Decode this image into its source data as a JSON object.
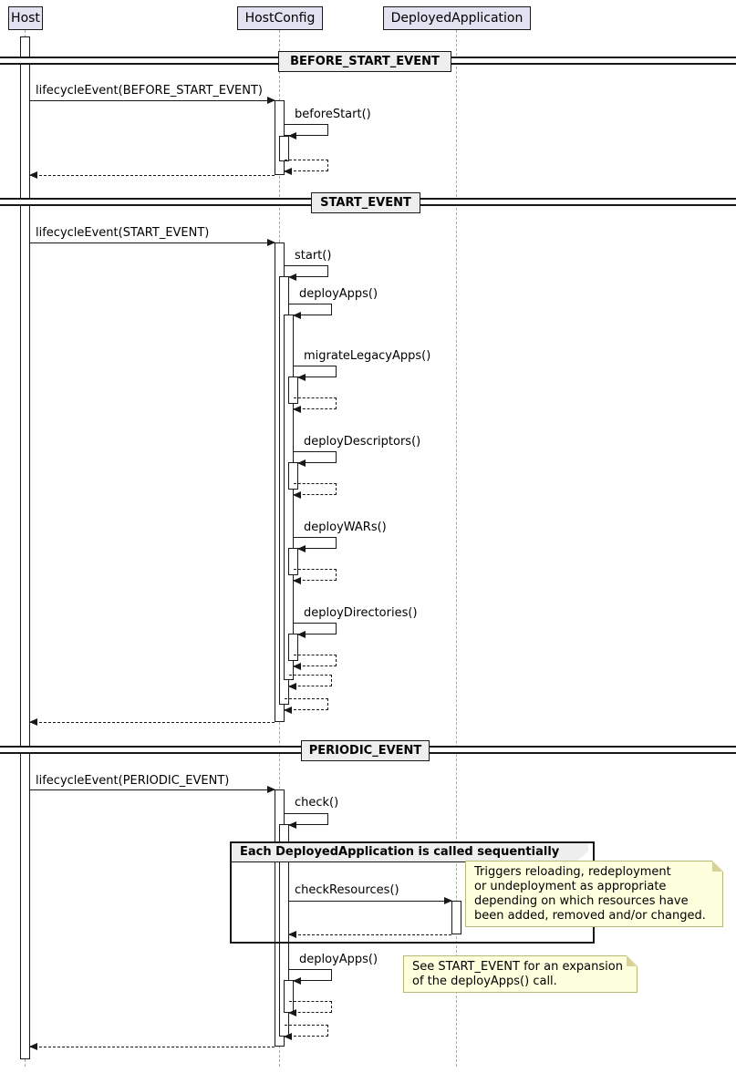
{
  "diagram": {
    "participants": [
      {
        "label": "Host"
      },
      {
        "label": "HostConfig"
      },
      {
        "label": "DeployedApplication"
      }
    ],
    "sections": [
      {
        "label": "BEFORE_START_EVENT"
      },
      {
        "label": "START_EVENT"
      },
      {
        "label": "PERIODIC_EVENT"
      }
    ],
    "messages": {
      "lifecycle_before_start": "lifecycleEvent(BEFORE_START_EVENT)",
      "before_start": "beforeStart()",
      "lifecycle_start": "lifecycleEvent(START_EVENT)",
      "start": "start()",
      "deploy_apps": "deployApps()",
      "migrate_legacy_apps": "migrateLegacyApps()",
      "deploy_descriptors": "deployDescriptors()",
      "deploy_wars": "deployWARs()",
      "deploy_directories": "deployDirectories()",
      "lifecycle_periodic": "lifecycleEvent(PERIODIC_EVENT)",
      "check": "check()",
      "check_resources": "checkResources()",
      "deploy_apps_periodic": "deployApps()"
    },
    "group": {
      "label": "Each DeployedApplication is called sequentially"
    },
    "notes": {
      "check_resources": "Triggers reloading, redeployment\nor undeployment as appropriate\ndepending on which resources have\nbeen added, removed and/or changed.",
      "deploy_apps": "See START_EVENT for an expansion\nof the deployApps() call."
    },
    "colors": {
      "participant_fill": "#E2E2F0",
      "participant_border": "#181818",
      "line": "#181818",
      "lifeline": "#A8A8A8",
      "divider_fill": "#EEEEEE",
      "group_header_fill": "#EEEEEE",
      "note_fill": "#FEFFDD",
      "note_border": "#B8B878"
    }
  }
}
